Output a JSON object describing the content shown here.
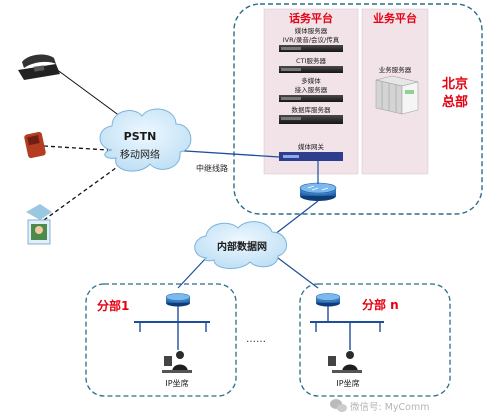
{
  "hq": {
    "title_line1": "北京",
    "title_line2": "总部",
    "callcenter_title": "话务平台",
    "business_title": "业务平台",
    "servers": [
      {
        "label": "媒体服务器"
      },
      {
        "label": "IVR/录音/会议/传真"
      },
      {
        "label": "CTI服务器"
      },
      {
        "label": "多媒体"
      },
      {
        "label": "接入服务器"
      },
      {
        "label": "数据库服务器"
      },
      {
        "label": "媒体网关"
      }
    ],
    "business_server": "业务服务器"
  },
  "pstn": {
    "line1": "PSTN",
    "line2": "移动网络"
  },
  "trunk_label": "中继线路",
  "intranet": "内部数据网",
  "ellipsis": "……",
  "branch1": {
    "title": "分部1",
    "seat": "IP坐席"
  },
  "branchN": {
    "title": "分部 n",
    "seat": "IP坐席"
  },
  "watermark": "微信号: MyComm",
  "colors": {
    "accent_red": "#e60012",
    "network_blue": "#1f4e9c",
    "cloud": "#cfe7f7",
    "platform_bg": "#f1e3e8"
  }
}
